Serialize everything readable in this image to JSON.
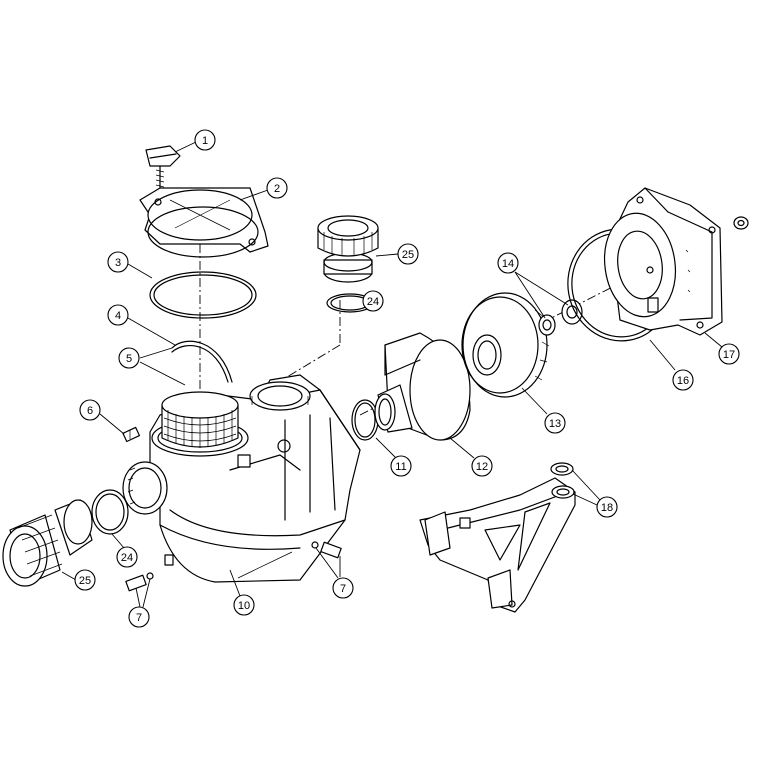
{
  "callouts": [
    {
      "id": "c1",
      "label": "1"
    },
    {
      "id": "c2",
      "label": "2"
    },
    {
      "id": "c3",
      "label": "3"
    },
    {
      "id": "c4",
      "label": "4"
    },
    {
      "id": "c5",
      "label": "5"
    },
    {
      "id": "c6",
      "label": "6"
    },
    {
      "id": "c7a",
      "label": "7"
    },
    {
      "id": "c7b",
      "label": "7"
    },
    {
      "id": "c10",
      "label": "10"
    },
    {
      "id": "c11",
      "label": "11"
    },
    {
      "id": "c12",
      "label": "12"
    },
    {
      "id": "c13",
      "label": "13"
    },
    {
      "id": "c14",
      "label": "14"
    },
    {
      "id": "c16",
      "label": "16"
    },
    {
      "id": "c17",
      "label": "17"
    },
    {
      "id": "c18",
      "label": "18"
    },
    {
      "id": "c24a",
      "label": "24"
    },
    {
      "id": "c24b",
      "label": "24"
    },
    {
      "id": "c25a",
      "label": "25"
    },
    {
      "id": "c25b",
      "label": "25"
    }
  ]
}
